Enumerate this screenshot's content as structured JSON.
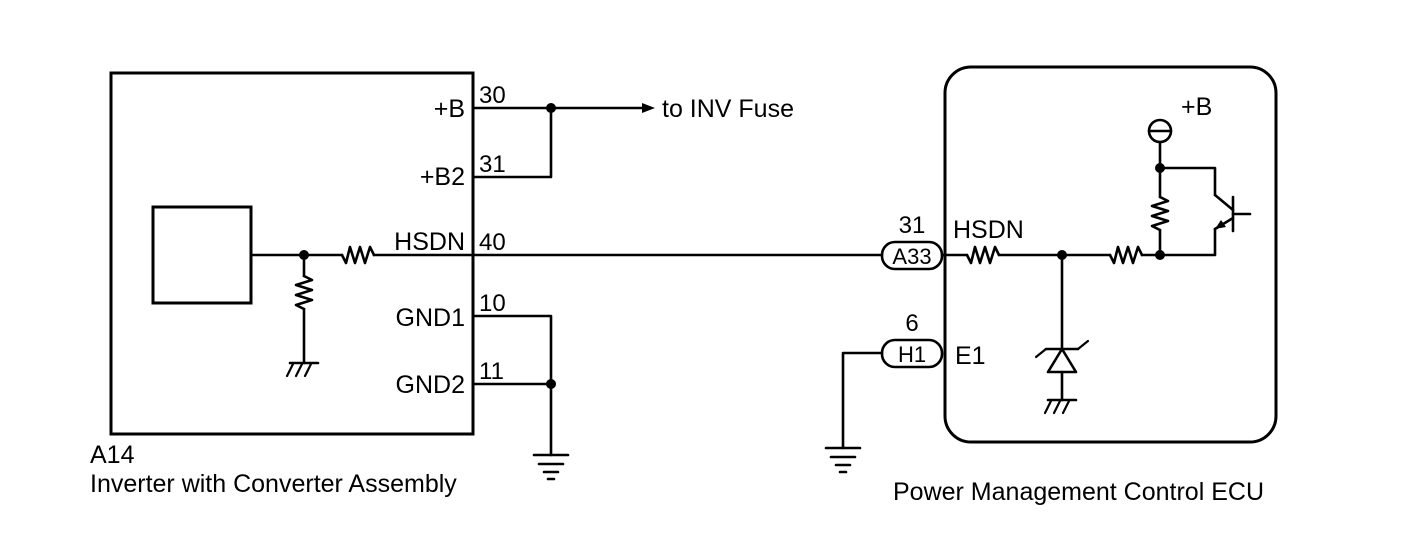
{
  "inverter": {
    "code": "A14",
    "name": "Inverter with Converter Assembly",
    "pins": {
      "b": {
        "label": "+B",
        "number": "30"
      },
      "b2": {
        "label": "+B2",
        "number": "31"
      },
      "hsdn": {
        "label": "HSDN",
        "number": "40"
      },
      "gnd1": {
        "label": "GND1",
        "number": "10"
      },
      "gnd2": {
        "label": "GND2",
        "number": "11"
      }
    }
  },
  "fuse_label": "to INV Fuse",
  "ecu": {
    "name": "Power Management Control ECU",
    "supply_label": "+B",
    "pins": {
      "hsdn": {
        "label": "HSDN",
        "number": "31",
        "connector": "A33"
      },
      "e1": {
        "label": "E1",
        "number": "6",
        "connector": "H1"
      }
    }
  }
}
